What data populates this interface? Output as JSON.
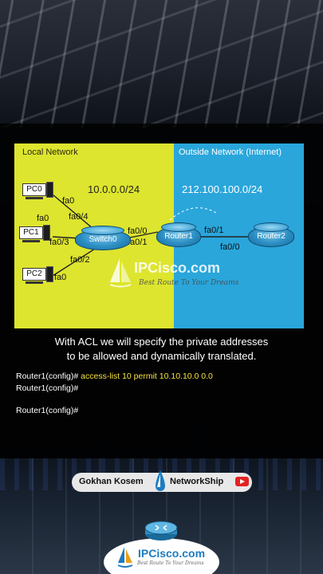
{
  "diagram": {
    "local_title": "Local Network",
    "outside_title": "Outside Network (Internet)",
    "local_net": "10.0.0.0/24",
    "outside_net": "212.100.100.0/24",
    "pcs": [
      "PC0",
      "PC1",
      "PC2"
    ],
    "pc_ports": [
      "fa0",
      "fa0",
      "fa0"
    ],
    "switch": {
      "label": "Switch0",
      "ports": [
        "fa0/4",
        "fa0/3",
        "fa0/2",
        "fa0/1"
      ]
    },
    "router1": {
      "label": "Router1",
      "ports": [
        "fa0/0",
        "fa0/1"
      ]
    },
    "router2": {
      "label": "Router2",
      "ports": [
        "fa0/0"
      ]
    },
    "watermark": {
      "brand": "IPCisco.com",
      "tagline": "Best Route To Your Dreams"
    }
  },
  "caption": {
    "line1": "With ACL we will specify the private addresses",
    "line2": "to be allowed and dynamically translated."
  },
  "cli": {
    "prompt": "Router1(config)#",
    "command": "access-list 10 permit 10.10.10.0 0.0",
    "line2": "Router1(config)#",
    "line3": "Router1(config)#"
  },
  "author": {
    "name": "Gokhan Kosem",
    "brand": "NetworkShip"
  },
  "footer_logo": {
    "brand": "IPCisco.com",
    "tagline": "Best Route To Your Dreams"
  },
  "colors": {
    "local_zone": "#dde52e",
    "outside_zone": "#2aa6db",
    "command": "#f4e23a"
  }
}
